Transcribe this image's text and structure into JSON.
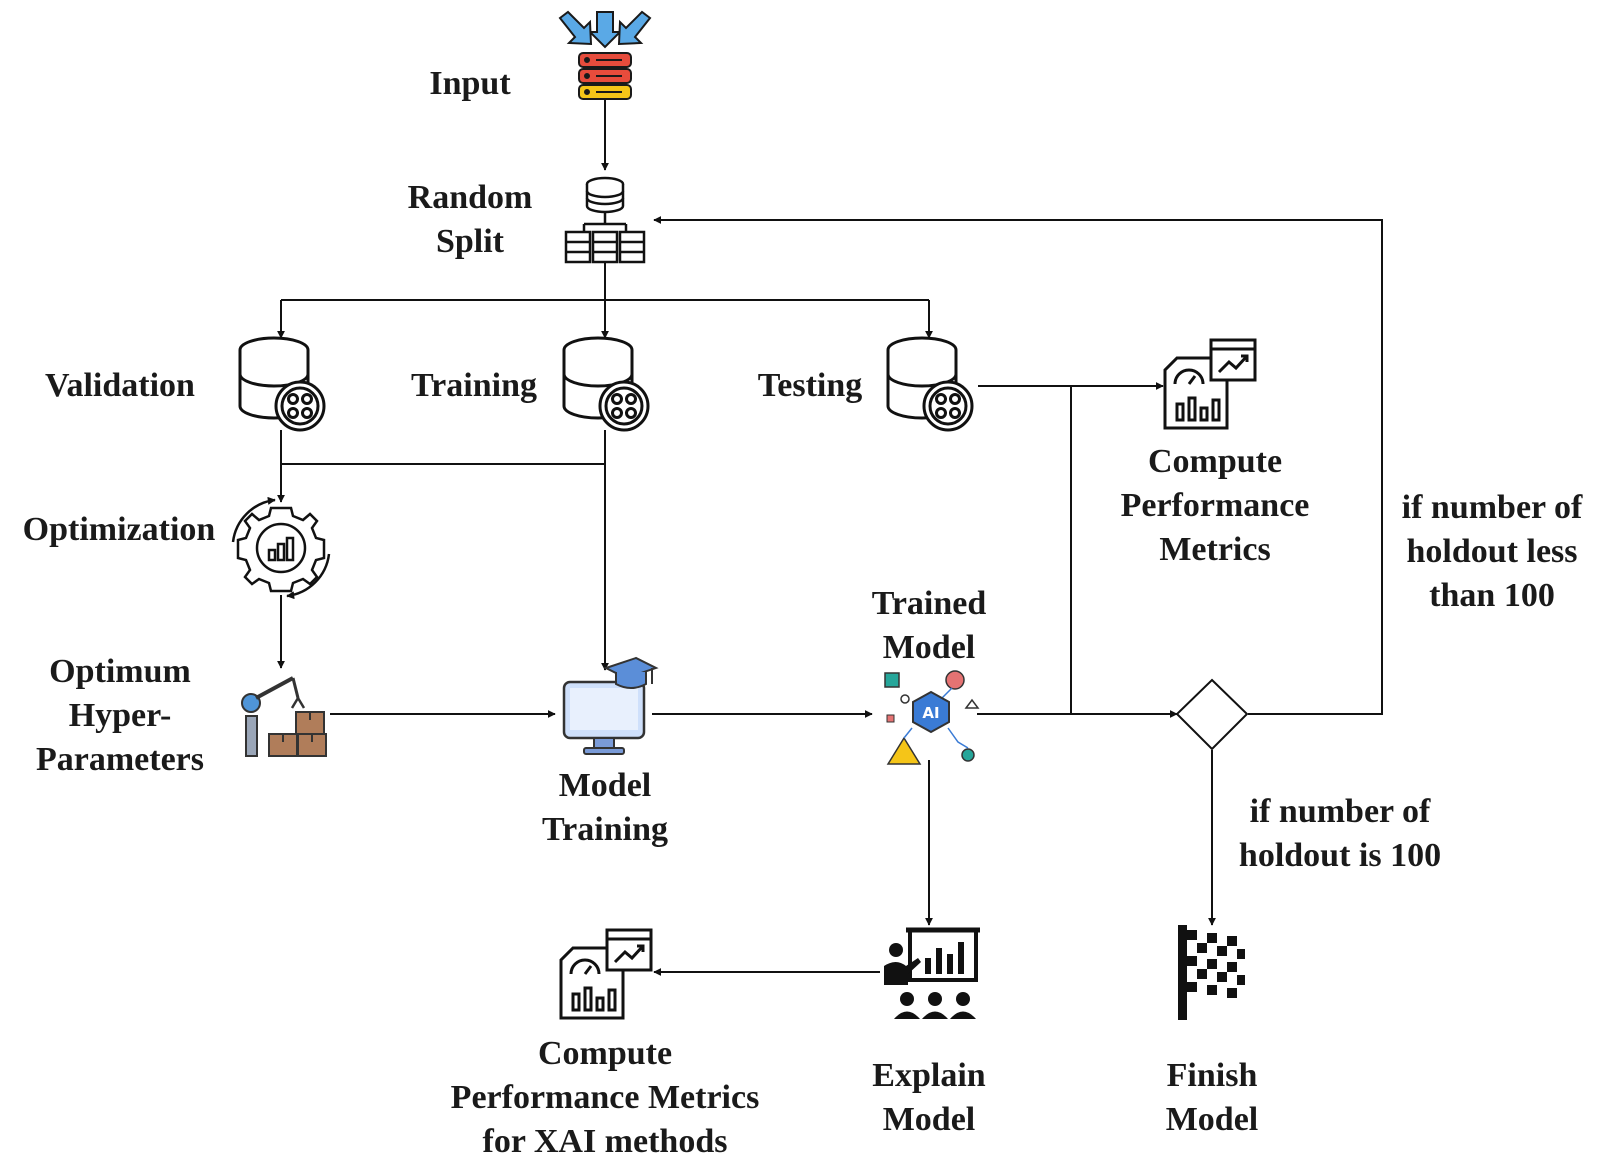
{
  "nodes": {
    "input": {
      "lines": [
        "Input"
      ]
    },
    "random_split": {
      "lines": [
        "Random",
        "Split"
      ]
    },
    "validation": {
      "lines": [
        "Validation"
      ]
    },
    "training": {
      "lines": [
        "Training"
      ]
    },
    "testing": {
      "lines": [
        "Testing"
      ]
    },
    "optimization": {
      "lines": [
        "Optimization"
      ]
    },
    "optimum_hyperparameters": {
      "lines": [
        "Optimum",
        "Hyper-",
        "Parameters"
      ]
    },
    "model_training": {
      "lines": [
        "Model",
        "Training"
      ]
    },
    "trained_model": {
      "lines": [
        "Trained",
        "Model"
      ],
      "icon_text": "AI"
    },
    "compute_metrics": {
      "lines": [
        "Compute",
        "Performance",
        "Metrics"
      ]
    },
    "compute_metrics_xai": {
      "lines": [
        "Compute",
        "Performance Metrics",
        "for XAI methods"
      ]
    },
    "explain_model": {
      "lines": [
        "Explain",
        "Model"
      ]
    },
    "finish_model": {
      "lines": [
        "Finish",
        "Model"
      ]
    }
  },
  "conditions": {
    "loop": {
      "lines": [
        "if number of",
        "holdout less",
        "than 100"
      ]
    },
    "finish": {
      "lines": [
        "if number of",
        "holdout is 100"
      ]
    }
  },
  "colors": {
    "line": "#111111",
    "input_arrows": "#5aa9e6",
    "input_db_red": "#e74c3c",
    "input_db_yellow": "#f5c518",
    "monitor_screen": "#cfe0fb",
    "monitor_frame": "#7a9bd8",
    "mortarboard": "#5b8ed8",
    "robot_arm": "#4f95d8",
    "boxes": "#b07d5a",
    "chip": "#3a7bd5",
    "pink": "#e57373",
    "teal": "#26a69a",
    "yellow": "#f5c518"
  }
}
